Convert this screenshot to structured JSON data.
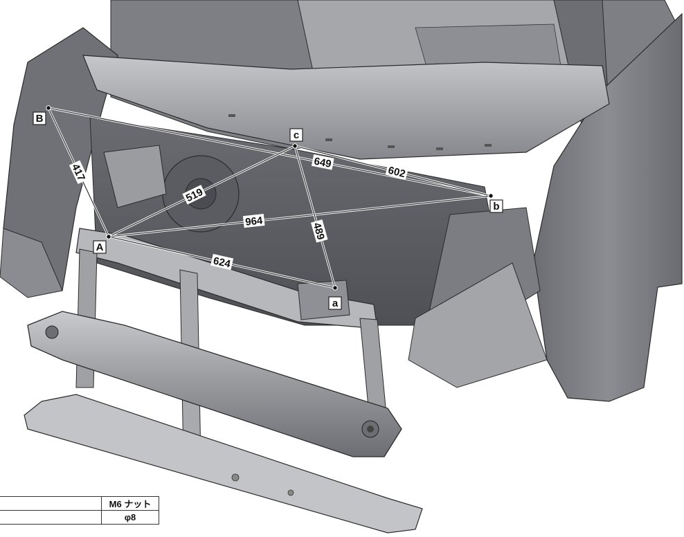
{
  "points": [
    {
      "id": "A",
      "label": "A"
    },
    {
      "id": "B",
      "label": "B"
    },
    {
      "id": "a",
      "label": "a"
    },
    {
      "id": "b",
      "label": "b"
    },
    {
      "id": "c",
      "label": "c"
    }
  ],
  "dimensions": [
    {
      "from": "B",
      "to": "A",
      "value": "417"
    },
    {
      "from": "B",
      "to": "b",
      "value": "649"
    },
    {
      "from": "c",
      "to": "b",
      "value": "602"
    },
    {
      "from": "A",
      "to": "c",
      "value": "519"
    },
    {
      "from": "A",
      "to": "b",
      "value": "964"
    },
    {
      "from": "c",
      "to": "a",
      "value": "489"
    },
    {
      "from": "A",
      "to": "a",
      "value": "624"
    }
  ],
  "legend": {
    "row1": "M6 ナット",
    "row2": "φ8"
  },
  "colors": {
    "body_dark": "#5c5e63",
    "body_mid": "#8a8c91",
    "body_light": "#c8c9cc",
    "line": "#1e1e1e"
  }
}
